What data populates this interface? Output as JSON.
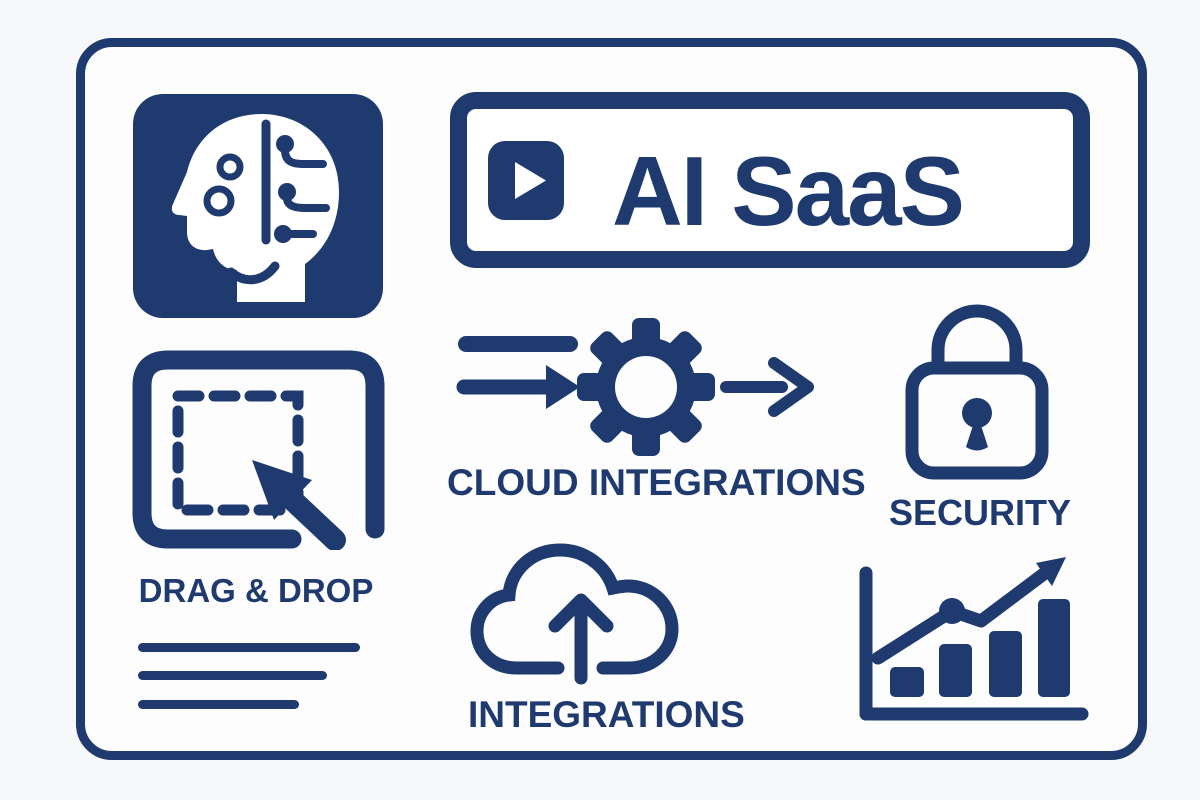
{
  "palette": {
    "navy": "#1f3a6e",
    "surface": "#fdfdfe",
    "page_bg": "#f7f8fa"
  },
  "banner": {
    "title": "AI SaaS"
  },
  "features": {
    "drag_drop": {
      "label": "DRAG & DROP"
    },
    "cloud_integrations": {
      "label": "CLOUD INTEGRATIONS"
    },
    "security": {
      "label": "SECURITY"
    },
    "integrations": {
      "label": "INTEGRATIONS"
    }
  },
  "icons": {
    "ai_head": "ai-head-icon",
    "play": "play-icon",
    "drag_drop": "drag-drop-cursor-icon",
    "text_lines": "text-lines-icon",
    "input_bar": "input-bar-icon",
    "arrow_right_1": "arrow-right-icon",
    "gear": "gear-icon",
    "arrow_right_2": "arrow-right-icon",
    "lock": "lock-icon",
    "cloud_upload": "cloud-upload-arrow-icon",
    "growth_chart": "growth-chart-icon"
  }
}
